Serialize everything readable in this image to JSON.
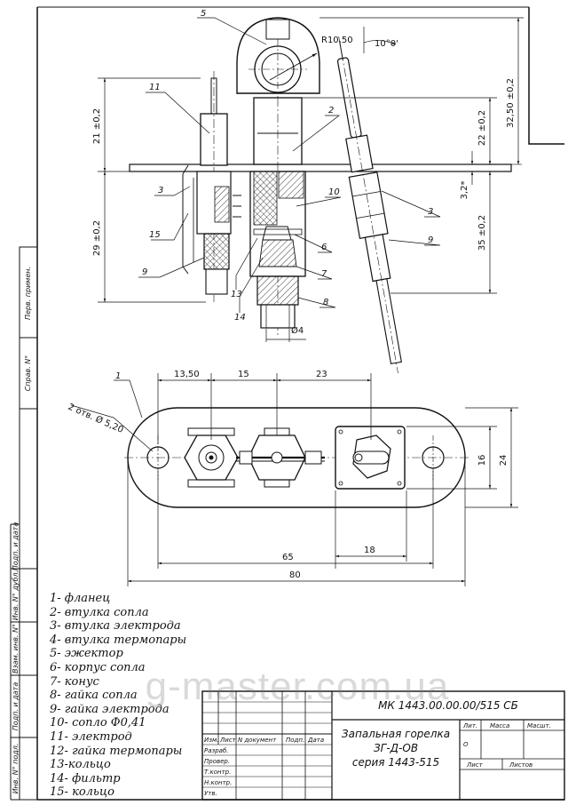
{
  "callouts": {
    "c1": "1",
    "c2": "2",
    "c3": "3",
    "c3b": "3",
    "c5": "5",
    "c6": "6",
    "c7": "7",
    "c8": "8",
    "c9": "9",
    "c9b": "9",
    "c10": "10",
    "c11": "11",
    "c13": "13",
    "c14": "14",
    "c15": "15"
  },
  "dimensions": {
    "r1050": "R10,50",
    "angle": "10°0'",
    "d21": "21 ±0,2",
    "d22": "22 ±0,2",
    "d3250": "32,50 ±0,2",
    "d29": "29 ±0,2",
    "d35": "35 ±0,2",
    "d32": "3,2*",
    "phi4": "Ø4",
    "d1350": "13,50",
    "d15": "15",
    "d23": "23",
    "holes": "2 отв. Ø 5,20",
    "d16": "16",
    "d24": "24",
    "d18": "18",
    "d65": "65",
    "d80": "80"
  },
  "legend": [
    "1- фланец",
    "2- втулка сопла",
    "3- втулка электрода",
    "4- втулка термопары",
    "5- эжектор",
    "6- корпус сопла",
    "7- конус",
    "8- гайка сопла",
    "9- гайка электрода",
    "10- сопло Ф0,41",
    "11- электрод",
    "12- гайка термопары",
    "13-кольцо",
    "14- фильтр",
    "15- кольцо"
  ],
  "side_labels": {
    "perv": "Перв. примен.",
    "sprav": "Справ. N°",
    "podp_data_1": "Подп. и дата",
    "inv_dubl": "Инв. N° дубл.",
    "vzam": "Взам. инв. N°",
    "podp_data_2": "Подп. и дата",
    "inv_podl": "Инв. N° подл."
  },
  "title_block": {
    "doc_number": "МК 1443.00.00.00/515 СБ",
    "name_line1": "Запальная горелка",
    "name_line2": "ЗГ-Д-ОВ",
    "name_line3": "серия 1443-515",
    "h_izm": "Изм.",
    "h_list": "Лист",
    "h_ndoc": "N документ",
    "h_podp": "Подп.",
    "h_data": "Дата",
    "razrab": "Разраб.",
    "prover": "Провер.",
    "tkontr": "Т.контр.",
    "nkontr": "Н.контр.",
    "utv": "Утв.",
    "lit": "Лит.",
    "massa": "Масса",
    "masht": "Масшт.",
    "lit_val": "О",
    "list": "Лист",
    "listov": "Листов"
  },
  "watermark": "g-master.com.ua"
}
